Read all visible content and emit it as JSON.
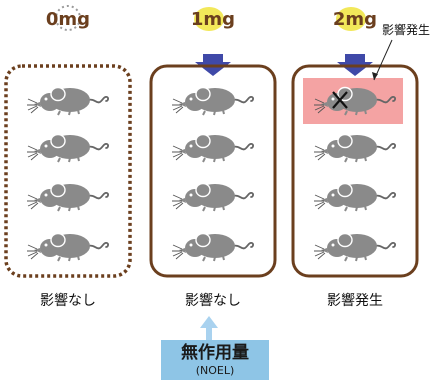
{
  "doses": [
    {
      "label": "0mg",
      "result": "影響なし",
      "mice": 4,
      "arrow": false,
      "affected_mice": 0,
      "badge": "dotted"
    },
    {
      "label": "1mg",
      "result": "影響なし",
      "mice": 4,
      "arrow": true,
      "affected_mice": 0,
      "badge": "yellow"
    },
    {
      "label": "2mg",
      "result": "影響発生",
      "mice": 4,
      "arrow": true,
      "affected_mice": 1,
      "badge": "yellow"
    }
  ],
  "callout": {
    "text": "影響発生"
  },
  "noel": {
    "title": "無作用量",
    "subtitle": "(NOEL)"
  },
  "colors": {
    "mouse": "#8a8a8a",
    "box_border": "#6b3f1e",
    "dose_arrow": "#3f49a8",
    "affected_bg": "#f4a3a3",
    "badge_yellow": "#f2e85a",
    "noel_bg": "#8ec5e6",
    "noel_arrow": "#a9d2ef"
  }
}
